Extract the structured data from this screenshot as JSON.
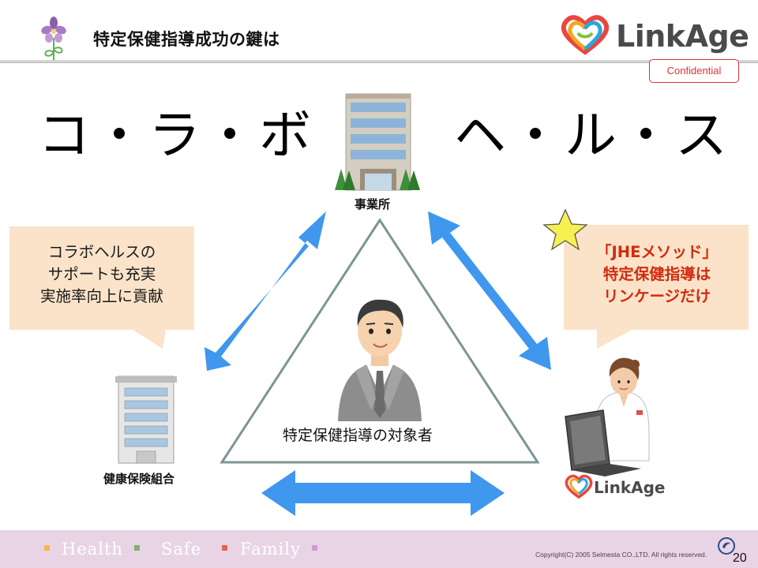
{
  "header": {
    "title": "特定保健指導成功の鍵は",
    "brand": "LinkAge",
    "confidential": "Confidential"
  },
  "main": {
    "left_heading": "コ・ラ・ボ",
    "right_heading": "ヘ・ル・ス",
    "nodes": {
      "office": "事業所",
      "insurer": "健康保険組合",
      "target": "特定保健指導の対象者",
      "provider_brand": "LinkAge"
    },
    "left_callout": [
      "コラボヘルスの",
      "サポートも充実",
      "実施率向上に貢献"
    ],
    "right_callout": [
      "「JHEメソッド」",
      "特定保健指導は",
      "リンケージだけ"
    ]
  },
  "footer": {
    "words": [
      "Health",
      "Safe",
      "Family"
    ],
    "dot_colors": [
      "#f5b942",
      "#7fb26a",
      "#e0674d",
      "#d39ad2"
    ],
    "copyright": "Copyright(C) 2005 Selmesta CO.,LTD.  All rights reserved.",
    "page": "20"
  },
  "colors": {
    "arrow": "#3f97ee",
    "callout_fill": "#fbe3c9",
    "triangle_stroke": "#7d9595",
    "emphasis_text": "#d22b10",
    "star": "#f7f052"
  }
}
